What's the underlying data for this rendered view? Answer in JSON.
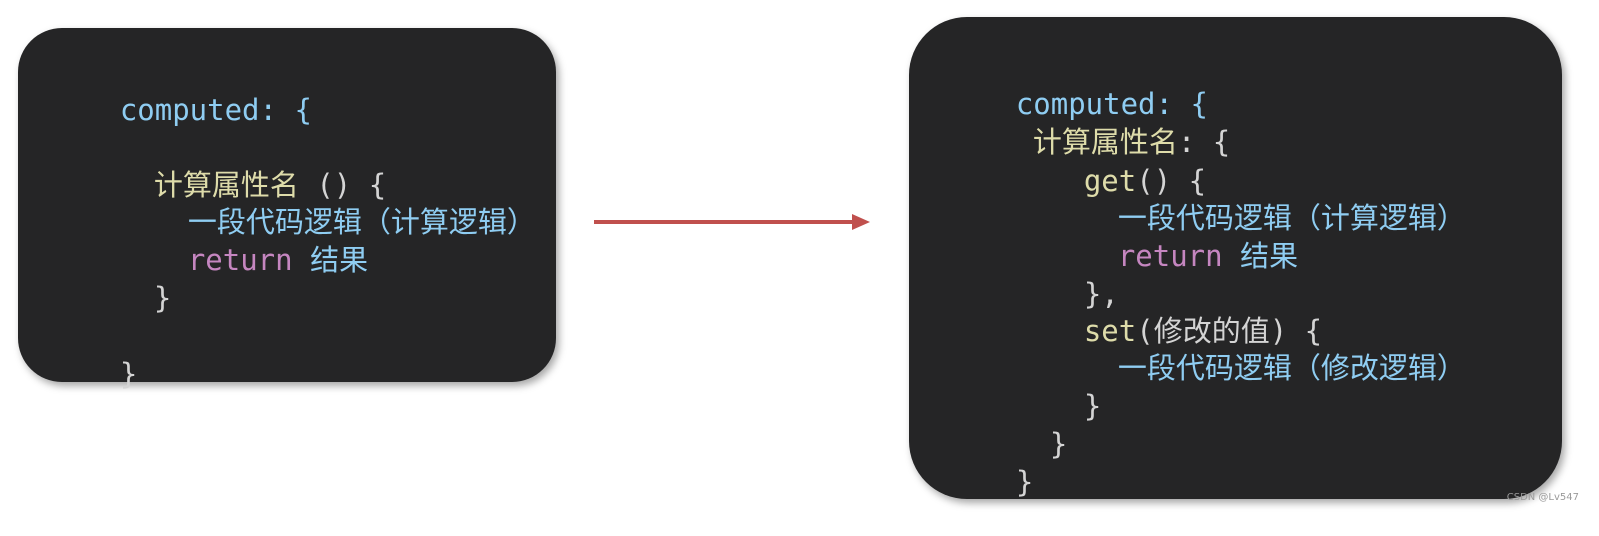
{
  "left_code": {
    "computed": "computed",
    "colon_brace": ": {",
    "name": "计算属性名",
    "paren_brace": " () {",
    "logic": "一段代码逻辑（计算逻辑）",
    "return_kw": "return",
    "result": " 结果",
    "close_inner": "}",
    "close_outer": "}"
  },
  "right_code": {
    "computed": "computed",
    "colon_brace": ": {",
    "name": "计算属性名",
    "name_suffix": ": {",
    "get": "get",
    "get_suffix": "() {",
    "logic_get": "一段代码逻辑（计算逻辑）",
    "return_kw": "return",
    "result": " 结果",
    "close_get": "},",
    "set": "set",
    "set_suffix": "(修改的值) {",
    "logic_set": "一段代码逻辑（修改逻辑）",
    "close_set": "}",
    "close_name": "}",
    "close_outer": "}"
  },
  "colors": {
    "panel_bg": "#252526",
    "keyword_blue": "#8fcdf2",
    "keyword_yellow": "#dedcaa",
    "keyword_pink": "#c586c0",
    "arrow": "#c0504d"
  },
  "watermark": "CSDN @Lv547"
}
